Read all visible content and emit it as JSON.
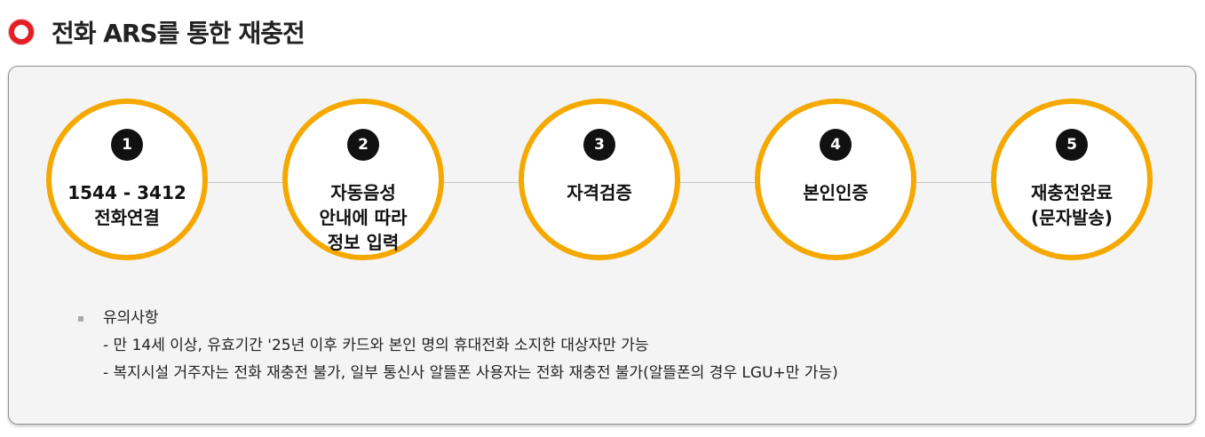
{
  "header": {
    "title": "전화 ARS를 통한 재충전",
    "bullet_color": "#e21f26",
    "bullet_icon": "ring-bullet-icon"
  },
  "steps": [
    {
      "number": "1",
      "label": "1544 - 3412\n전화연결"
    },
    {
      "number": "2",
      "label": "자동음성\n안내에 따라\n정보 입력"
    },
    {
      "number": "3",
      "label": "자격검증"
    },
    {
      "number": "4",
      "label": "본인인증"
    },
    {
      "number": "5",
      "label": "재충전완료\n(문자발송)"
    }
  ],
  "step_ring_color": "#f5a800",
  "notes": {
    "heading": "유의사항",
    "lines": [
      "- 만 14세 이상, 유효기간 '25년 이후 카드와 본인 명의 휴대전화 소지한 대상자만 가능",
      "- 복지시설 거주자는 전화 재충전 불가, 일부 통신사 알뜰폰 사용자는 전화 재충전 불가(알뜰폰의 경우 LGU+만 가능)"
    ]
  }
}
